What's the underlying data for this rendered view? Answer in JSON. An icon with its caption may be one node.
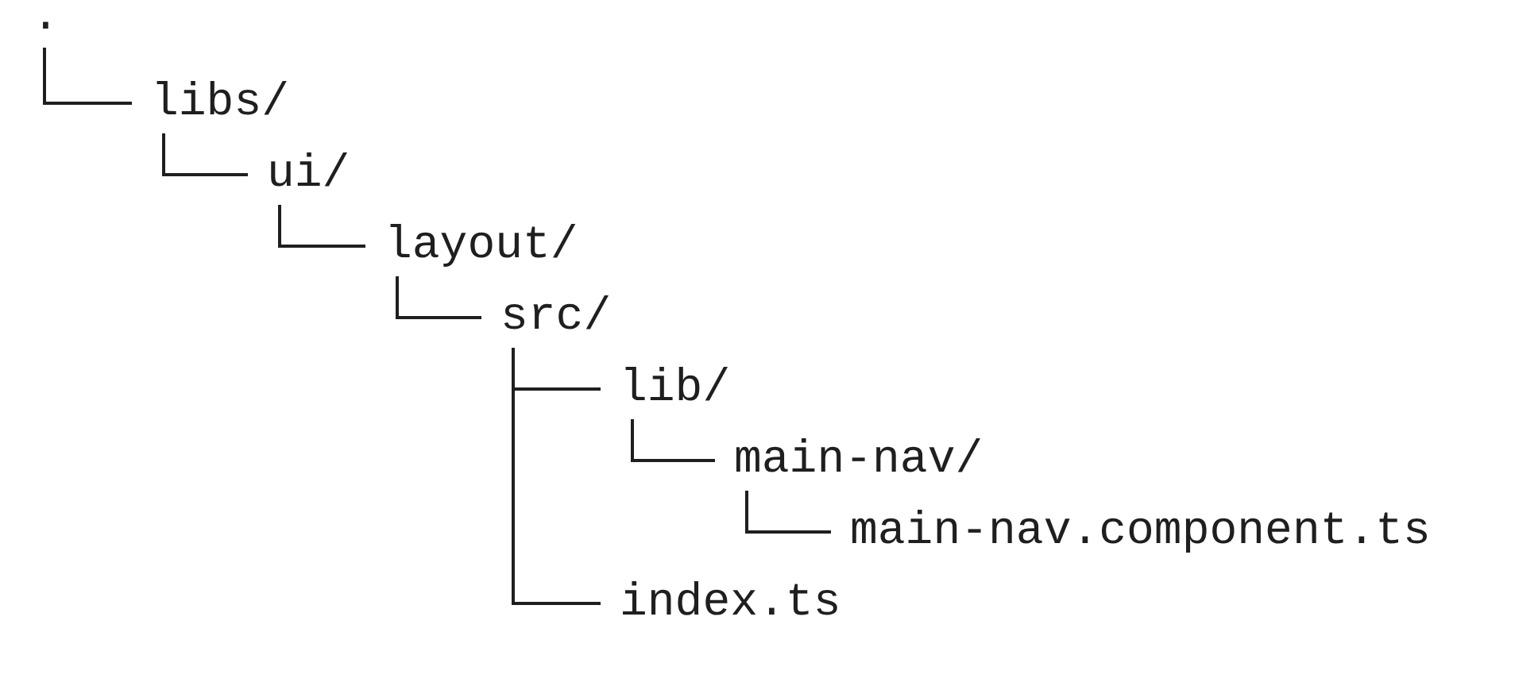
{
  "diagram": {
    "nodes": [
      {
        "text": [
          "."
        ]
      },
      {
        "text": [
          "libs/"
        ]
      },
      {
        "text": [
          "ui/"
        ]
      },
      {
        "text": [
          "layout/"
        ]
      },
      {
        "text": [
          "src/"
        ]
      },
      {
        "text": [
          "lib/"
        ]
      },
      {
        "text": [
          "main-nav/"
        ]
      },
      {
        "text": [
          "main-nav.component.ts"
        ]
      },
      {
        "text": [
          "index.ts"
        ]
      }
    ],
    "edges": [
      {
        "from": 0,
        "to": 1,
        "arrow": "none"
      },
      {
        "from": 1,
        "to": 2,
        "arrow": "none"
      },
      {
        "from": 2,
        "to": 3,
        "arrow": "none"
      },
      {
        "from": 3,
        "to": 4,
        "arrow": "none"
      },
      {
        "from": 4,
        "to": 5,
        "arrow": "none"
      },
      {
        "from": 5,
        "to": 6,
        "arrow": "none"
      },
      {
        "from": 6,
        "to": 7,
        "arrow": "none"
      },
      {
        "from": 4,
        "to": 8,
        "arrow": "none"
      }
    ]
  }
}
